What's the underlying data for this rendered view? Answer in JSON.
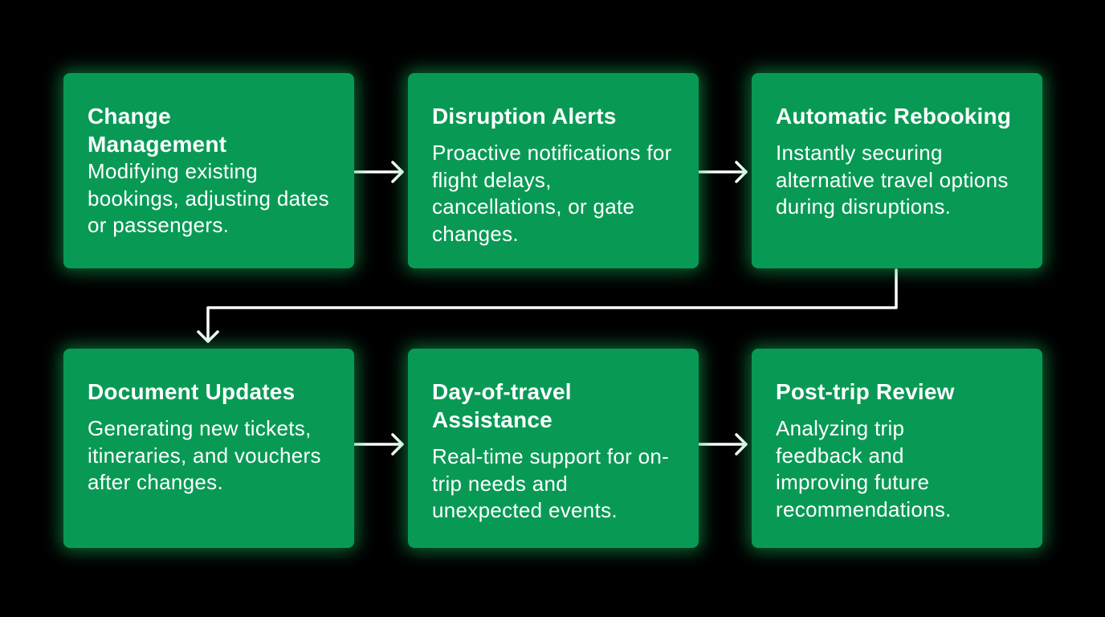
{
  "steps": [
    {
      "title": "Change Management",
      "description": "Modifying existing bookings, adjusting dates or passengers."
    },
    {
      "title": "Disruption Alerts",
      "description": "Proactive notifications for flight delays, cancellations, or gate changes."
    },
    {
      "title": "Automatic Rebooking",
      "description": "Instantly securing alternative travel options during disruptions."
    },
    {
      "title": "Document Updates",
      "description": "Generating new tickets, itineraries, and vouchers after changes."
    },
    {
      "title": "Day-of-travel Assistance",
      "description": "Real-time support for on-trip needs and unexpected events."
    },
    {
      "title": "Post-trip Review",
      "description": "Analyzing trip feedback and improving future recommendations."
    }
  ],
  "colors": {
    "background": "#000000",
    "card": "#089a55",
    "text": "#ffffff",
    "arrow": "#ffffff"
  }
}
